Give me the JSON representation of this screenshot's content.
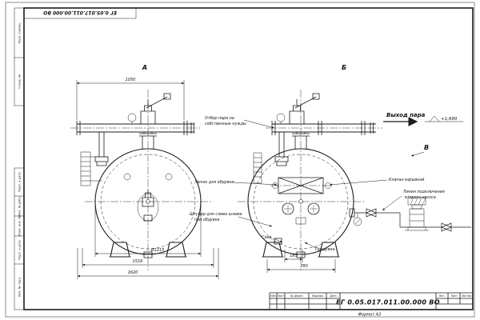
{
  "frame": {
    "top_doc_number": "ЕГ 0.05.017.011.00.000 ВО",
    "format_label": "Формат А3"
  },
  "stamp": {
    "left_labels": [
      "Перв. примен.",
      "Справ. №",
      "Подп. и дата",
      "Инв. № дубл.",
      "Взам. инв. №",
      "Подп. и дата",
      "Инв. № подл."
    ]
  },
  "title_block": {
    "doc_number": "ЕГ 0.05.017.011.00.000 ВО",
    "col_izm": "Изм",
    "col_list": "Лист",
    "col_docnum": "№ докум.",
    "col_sign": "Подпись",
    "col_date": "Дата",
    "lit_label": "Лит.",
    "sheet_label": "Лист",
    "sheets_label": "Листов"
  },
  "views": {
    "label_a": "А",
    "label_b": "Б",
    "label_v": "В"
  },
  "dims": {
    "d1050": "1050",
    "d1215": "Ø1215",
    "d1516": "1516",
    "d1620": "1620",
    "d185": "185",
    "d780": "780",
    "elevation": "+1,690"
  },
  "labels": {
    "steam_out": "Выход пара",
    "steam_tap_l1": "Отбор пара на",
    "steam_tap_l2": "собственные нужды",
    "hatch_blow": "Лючок для обдувки",
    "explosion_valve": "Клапан взрывной",
    "pump_line_l1": "Линия подключения",
    "pump_line_l2": "второго насоса",
    "sludge_l1": "Штуцер для слива шлама",
    "sludge_l2": "при обдувке",
    "drain": "Слив",
    "blowdown": "Продувка"
  }
}
